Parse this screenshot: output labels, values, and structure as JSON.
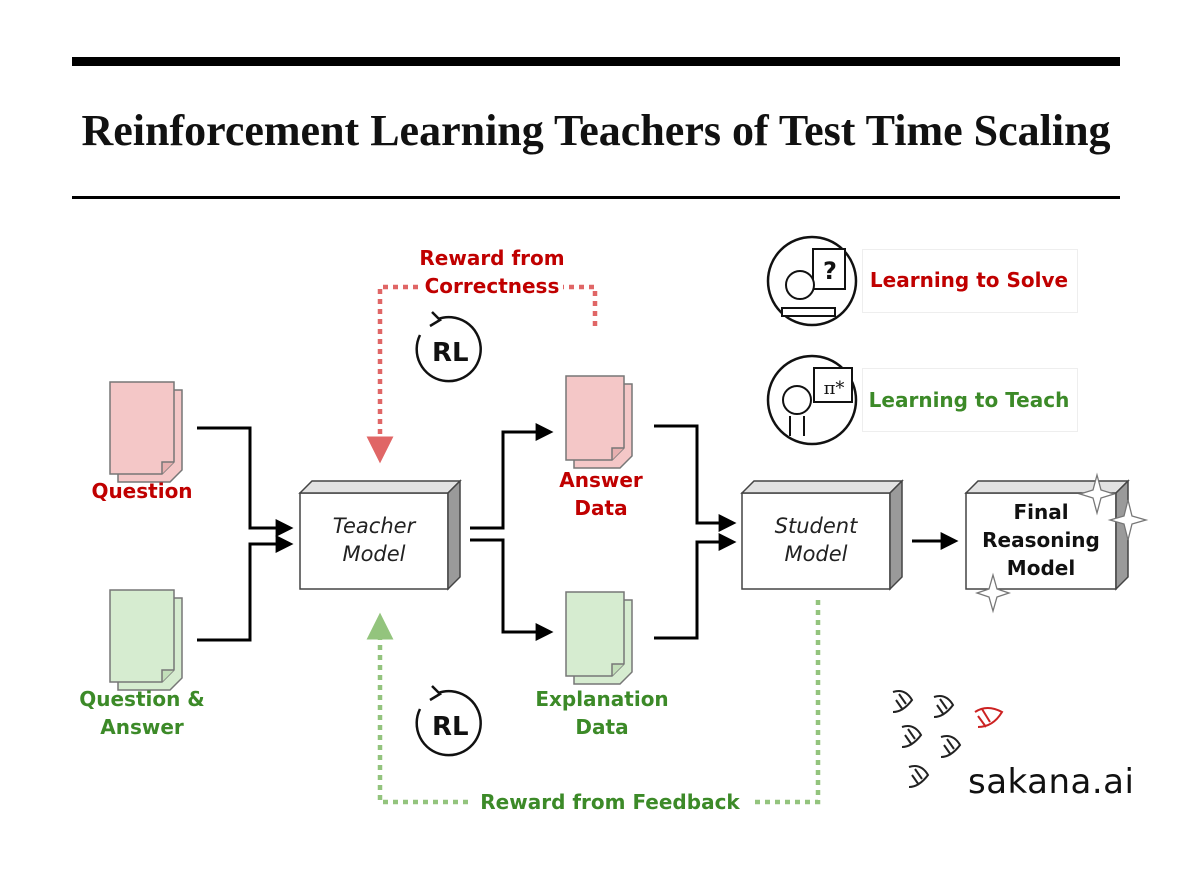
{
  "title": "Reinforcement Learning Teachers of Test Time Scaling",
  "inputs": {
    "question": "Question",
    "question_answer": "Question &\nAnswer"
  },
  "teacher": {
    "label": "Teacher\nModel"
  },
  "student": {
    "label": "Student\nModel"
  },
  "outputs": {
    "answer_data": "Answer\nData",
    "explanation_data": "Explanation\nData"
  },
  "final_model": {
    "label": "Final\nReasoning\nModel"
  },
  "rewards": {
    "correctness": "Reward from\nCorrectness",
    "feedback": "Reward from Feedback"
  },
  "rl_badge": "RL",
  "legend": {
    "solve": "Learning to Solve",
    "teach": "Learning to Teach",
    "solve_symbol": "?",
    "teach_symbol": "π*"
  },
  "brand": "sakana.ai",
  "colors": {
    "red": "#c00000",
    "green": "#3c8a28",
    "doc_red": "#f4c7c7",
    "doc_green": "#d6ecd0",
    "dotted_red": "#e06666",
    "dotted_green": "#93c47d"
  }
}
